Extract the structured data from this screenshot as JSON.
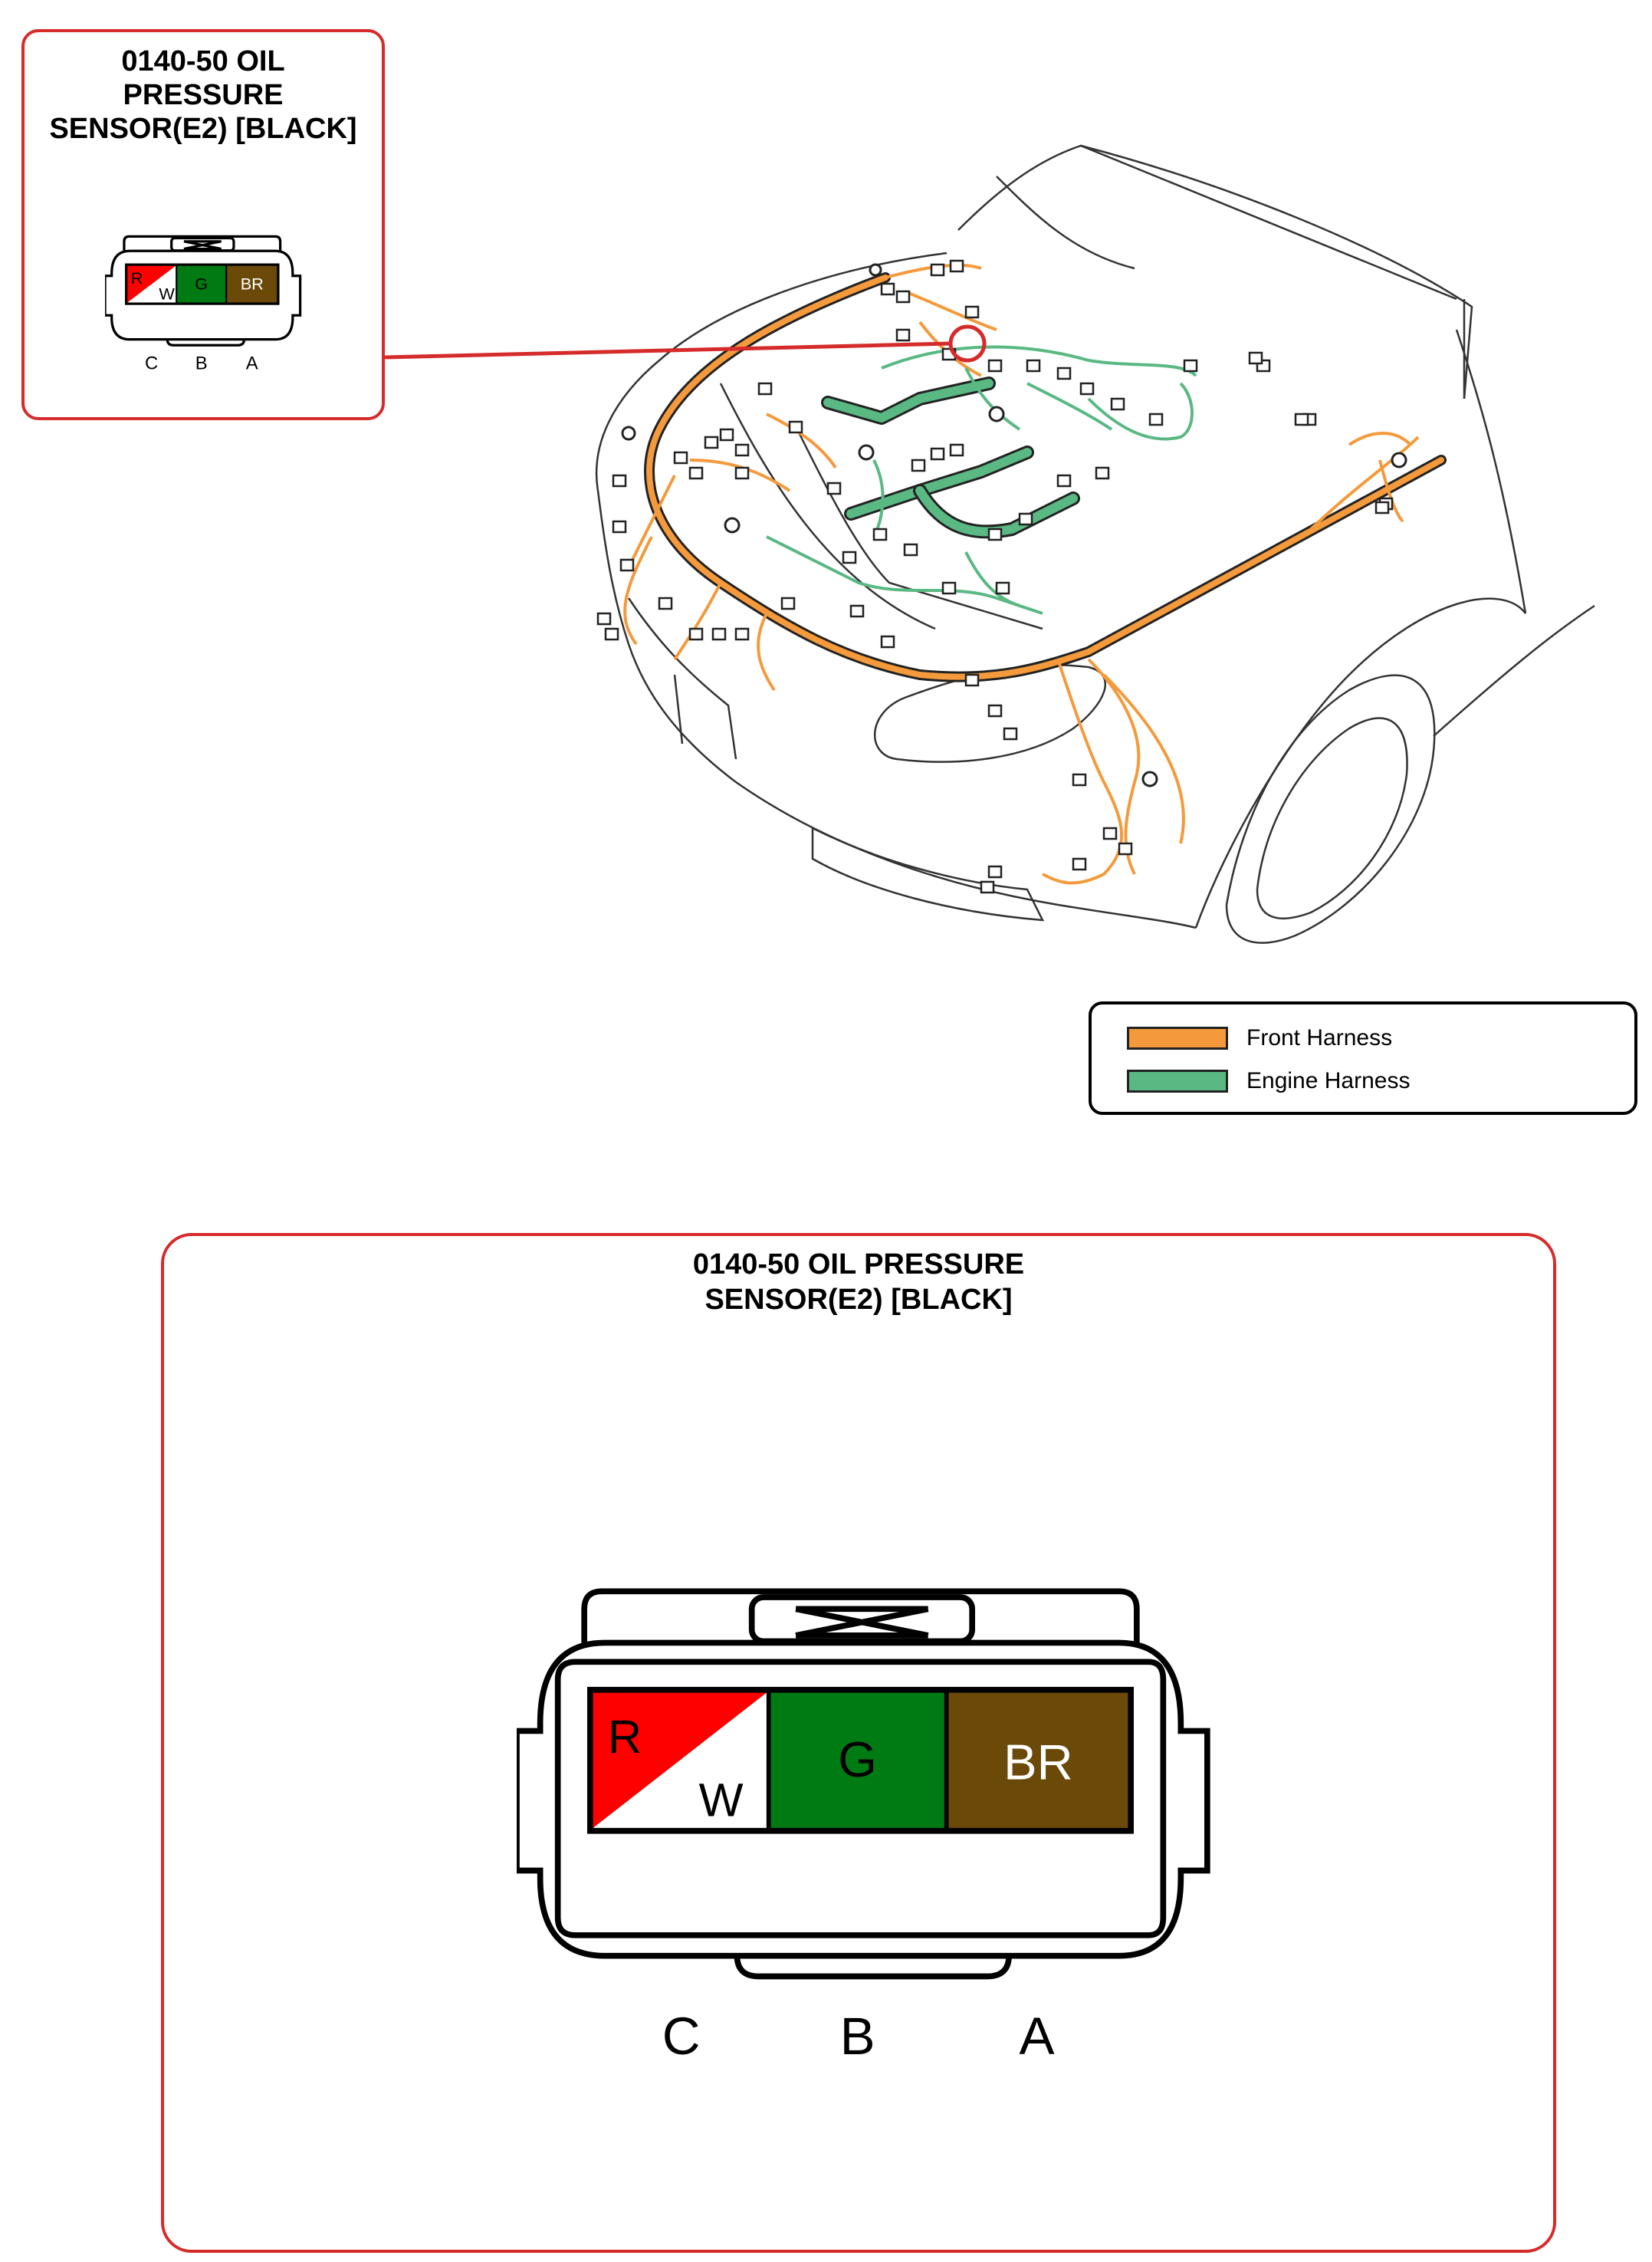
{
  "small_box": {
    "title": "0140-50 OIL\nPRESSURE\nSENSOR(E2) [BLACK]"
  },
  "large_box": {
    "title": "0140-50 OIL PRESSURE\nSENSOR(E2) [BLACK]"
  },
  "connector": {
    "pins": [
      {
        "position": "C",
        "wire_top": "R",
        "wire_bottom": "W",
        "color_top": "#ff0000",
        "color_bottom": "#ffffff"
      },
      {
        "position": "B",
        "wire": "G",
        "color": "#007a13"
      },
      {
        "position": "A",
        "wire": "BR",
        "color": "#6b4a09"
      }
    ]
  },
  "legend": {
    "items": [
      {
        "label": "Front Harness",
        "color": "#f49a3c"
      },
      {
        "label": "Engine Harness",
        "color": "#5ab883"
      }
    ]
  },
  "colors": {
    "callout_red": "#d62b2b",
    "front_harness": "#f49a3c",
    "engine_harness": "#5ab883"
  }
}
